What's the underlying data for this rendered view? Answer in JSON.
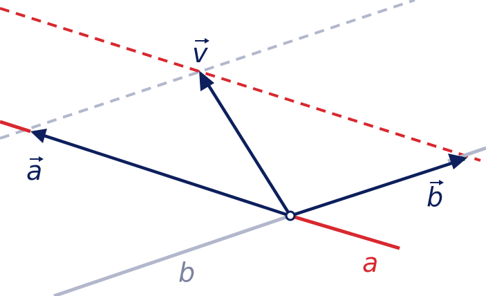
{
  "diagram": {
    "labels": {
      "vector_v": "v",
      "vector_a": "a",
      "vector_b": "b",
      "line_a": "a",
      "line_b": "b"
    },
    "colors": {
      "vector": "#0d1f5c",
      "line_a": "#d8282f",
      "line_b": "#b3b7cc",
      "background": "#ffffff"
    },
    "elements": {
      "origin_marker": "hollow-circle",
      "arrow_style": "filled-arrowhead",
      "guide_line_style": "dashed"
    }
  }
}
